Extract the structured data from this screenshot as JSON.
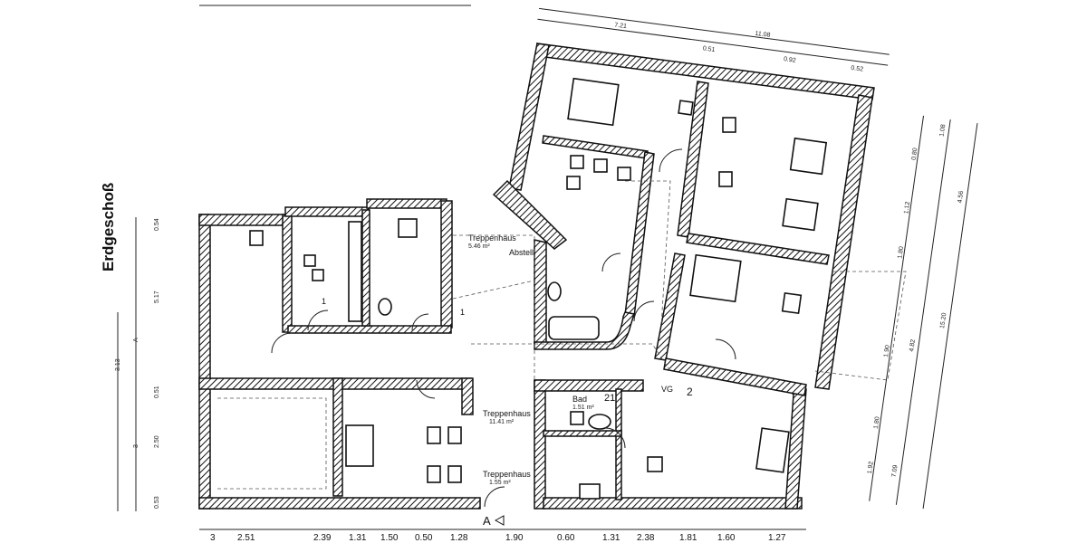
{
  "title": "Erdgeschoß",
  "rooms": [
    {
      "label": "Treppenhaus",
      "area": "5.46 m²"
    },
    {
      "label": "Abstell"
    },
    {
      "label": "Treppenhaus",
      "area": "11.41 m²"
    },
    {
      "label": "Treppenhaus",
      "area": "1.55 m²"
    },
    {
      "label": "Bad",
      "area": "1.51 m²"
    },
    {
      "label": "VG"
    }
  ],
  "unit_numbers": [
    "1",
    "1",
    "2",
    "21"
  ],
  "section_marker": "A",
  "dimensions": {
    "top": [
      "7.21",
      "11.08",
      "0.51",
      "0.92",
      "0.52"
    ],
    "bottom": [
      "3",
      "2.51",
      "2.39",
      "1.31",
      "1.50",
      "0.50",
      "1.28",
      "1.90",
      "0.60",
      "1.31",
      "2.38",
      "1.81",
      "1.60",
      "1.27"
    ],
    "left": [
      "0.54",
      "5.17",
      "A",
      "3.13",
      "0.51",
      "2.50",
      "3",
      "0.53"
    ],
    "right": [
      "1.08",
      "0.80",
      "4.56",
      "1.12",
      "1.80",
      "15.20",
      "4.82",
      "1.90",
      "1.80",
      "1.92",
      "7.09"
    ]
  }
}
